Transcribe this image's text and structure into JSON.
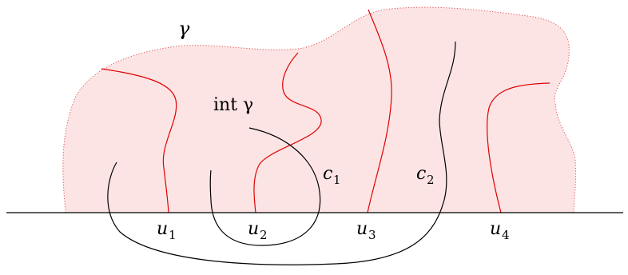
{
  "labels": {
    "gamma": "γ",
    "interior": "int γ",
    "c1": "c",
    "c1_sub": "1",
    "c2": "c",
    "c2_sub": "2",
    "u1": "u",
    "u1_sub": "1",
    "u2": "u",
    "u2_sub": "2",
    "u3": "u",
    "u3_sub": "3",
    "u4": "u",
    "u4_sub": "4"
  },
  "colors": {
    "region_fill": "#fde4e4",
    "region_border": "#e05050",
    "red_curve": "#e00000",
    "black_curve": "#000000"
  }
}
